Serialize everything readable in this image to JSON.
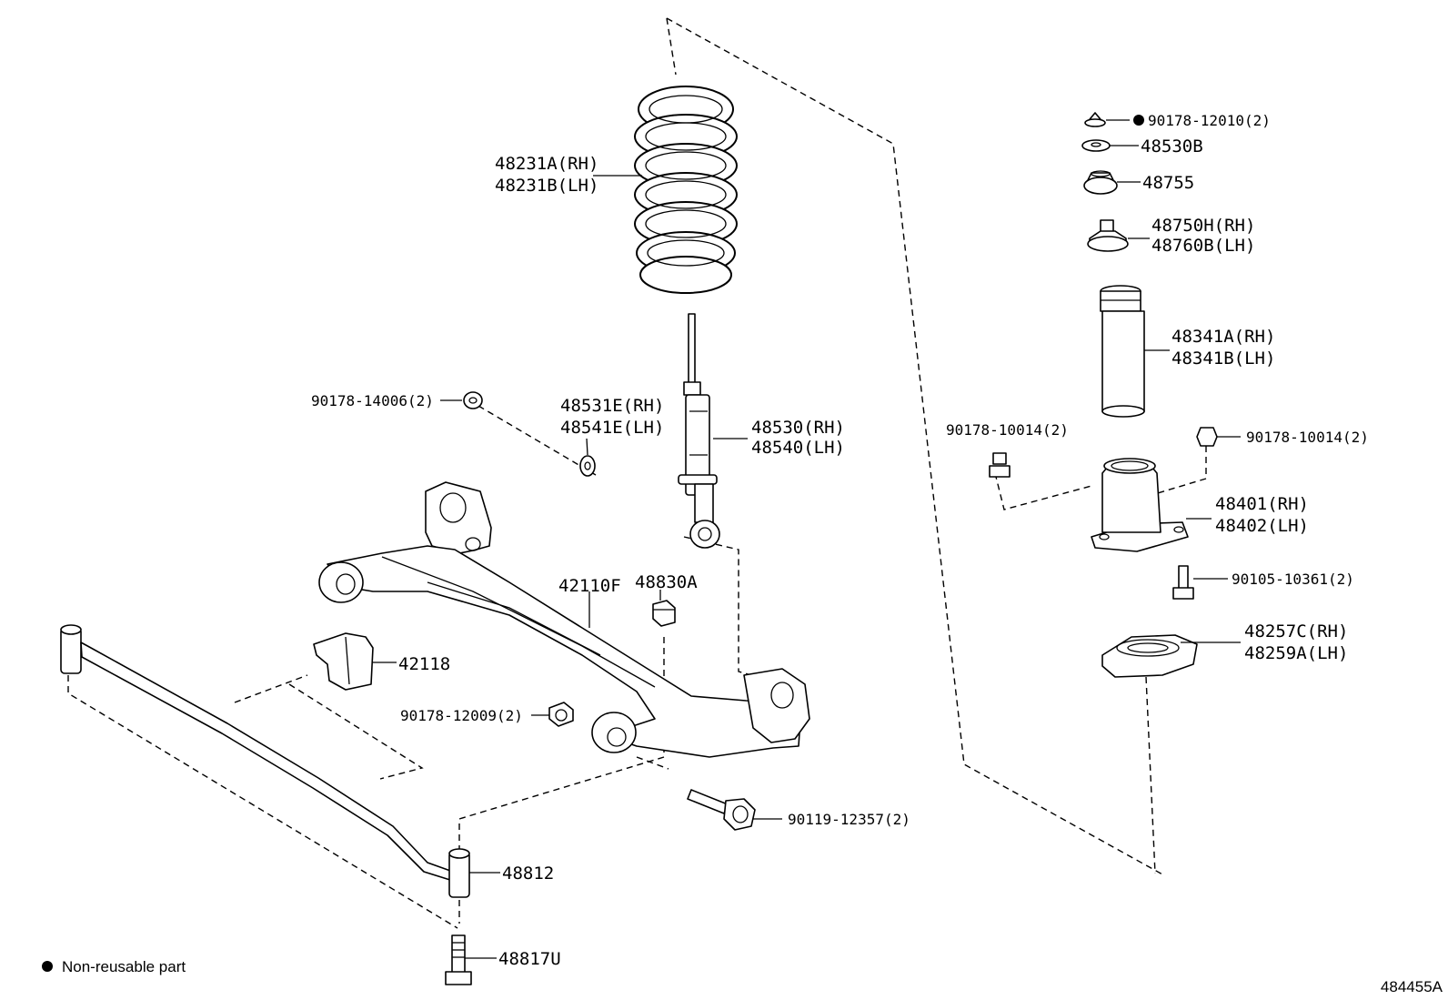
{
  "callouts": {
    "spring": [
      "48231A(RH)",
      "48231B(LH)"
    ],
    "nut_14006": "90178-14006(2)",
    "retainer": [
      "48531E(RH)",
      "48541E(LH)"
    ],
    "shock": [
      "48530(RH)",
      "48540(LH)"
    ],
    "beam": "42110F",
    "nut_48830A": "48830A",
    "bracket": "42118",
    "nut_12009": "90178-12009(2)",
    "bolt_12357": "90119-12357(2)",
    "stab_bushing": "48812",
    "stab_bolt": "48817U",
    "nut_12010": "90178-12010(2)",
    "cushion_48530B": "48530B",
    "cushion_48755": "48755",
    "bumper_top": [
      "48750H(RH)",
      "48760B(LH)"
    ],
    "boot": [
      "48341A(RH)",
      "48341B(LH)"
    ],
    "nut_10014_left": "90178-10014(2)",
    "nut_10014_right": "90178-10014(2)",
    "support": [
      "48401(RH)",
      "48402(LH)"
    ],
    "bolt_10361": "90105-10361(2)",
    "spring_seat": [
      "48257C(RH)",
      "48259A(LH)"
    ]
  },
  "legend": {
    "marker": "●",
    "text": "Non-reusable part"
  },
  "figure_id": "484455A"
}
